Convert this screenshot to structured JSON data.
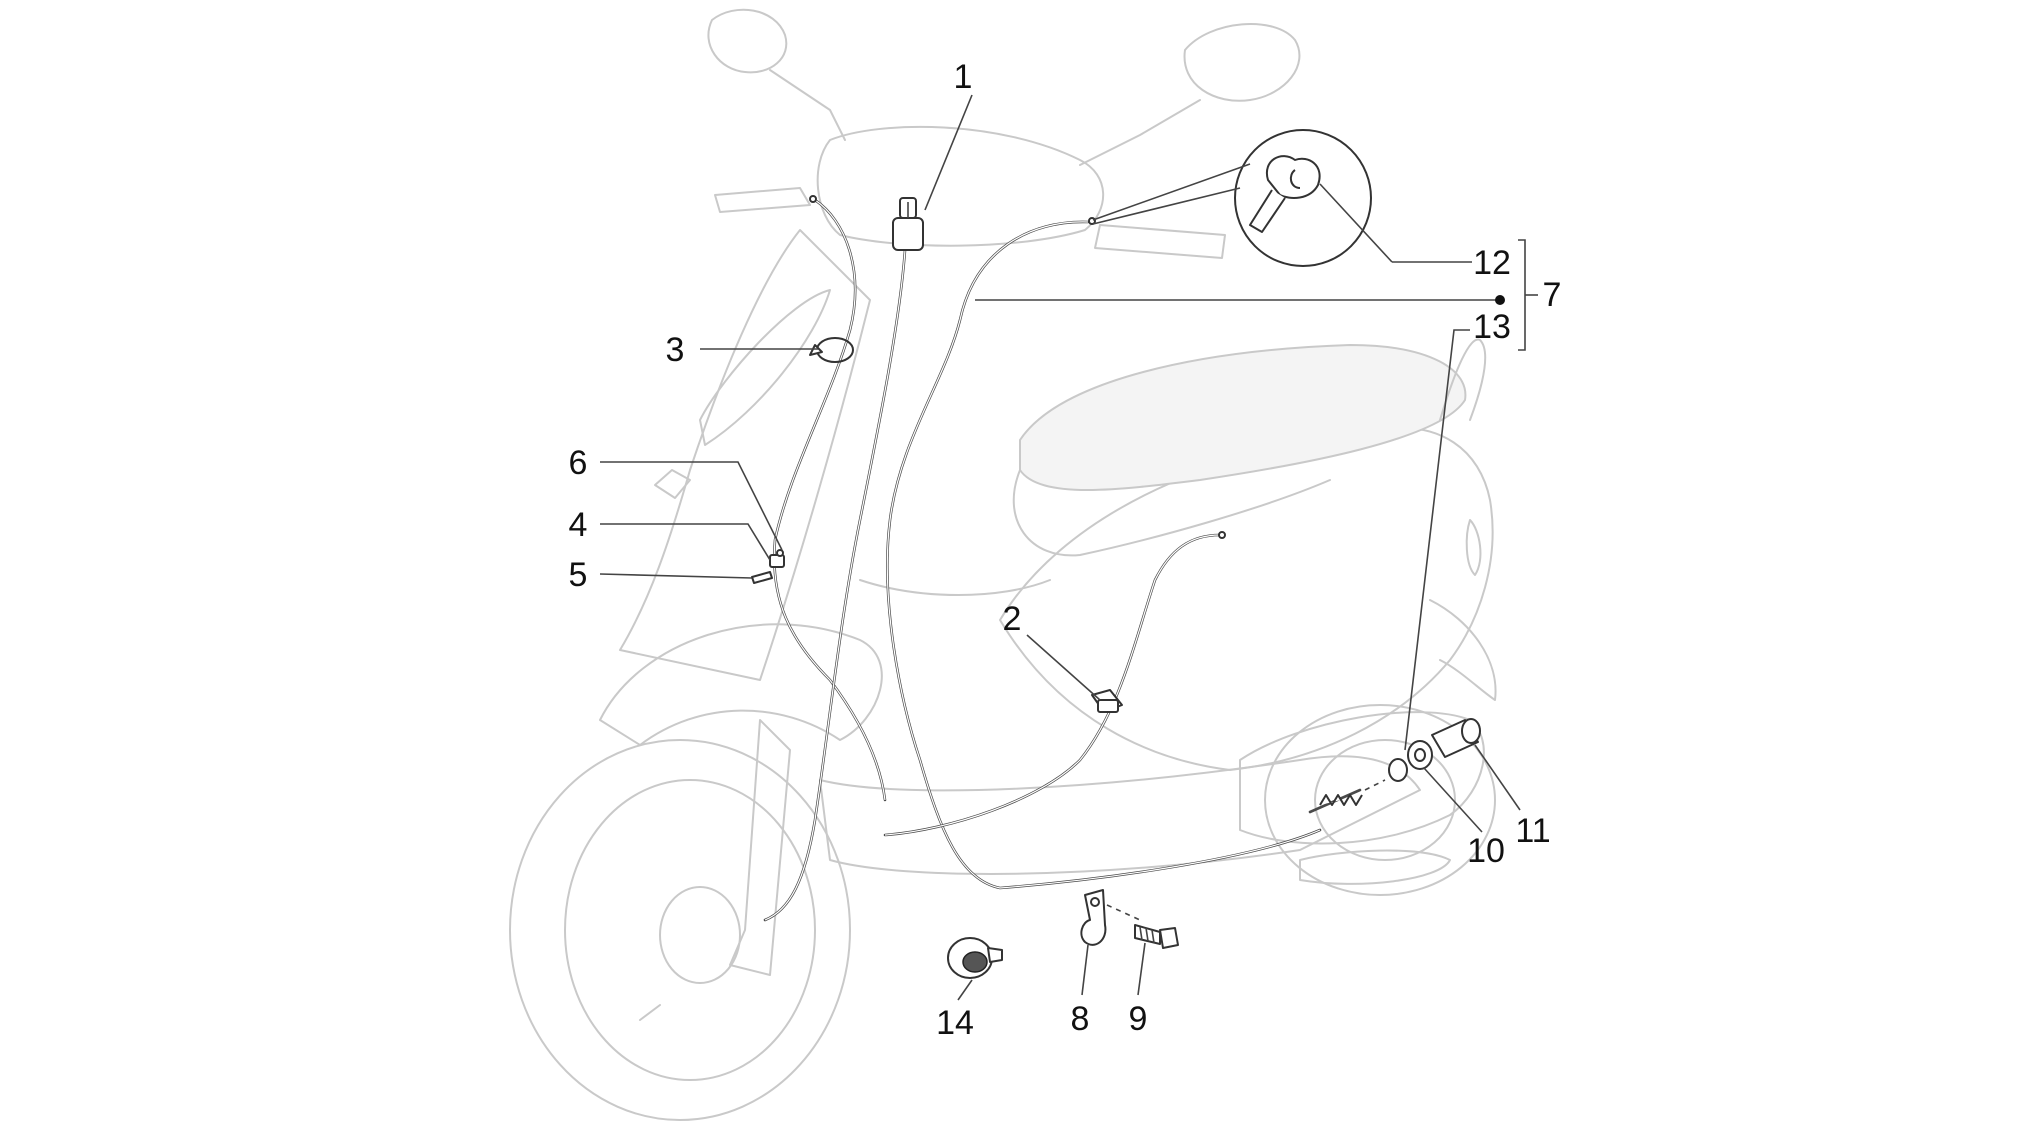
{
  "callouts": {
    "c1": "1",
    "c2": "2",
    "c3": "3",
    "c4": "4",
    "c5": "5",
    "c6": "6",
    "c7": "7",
    "c8": "8",
    "c9": "9",
    "c10": "10",
    "c11": "11",
    "c12": "12",
    "c13": "13",
    "c14": "14"
  },
  "colors": {
    "ghost_outline": "#c9c9c9",
    "cable": "#4a4a4a",
    "label_text": "#111111"
  }
}
